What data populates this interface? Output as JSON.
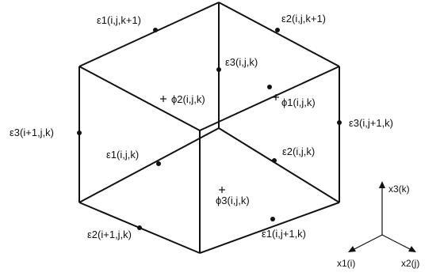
{
  "labels": {
    "e1_ijk1": "ε1(i,j,k+1)",
    "e2_ijk1": "ε2(i,j,k+1)",
    "e3_ijk": "ε3(i,j,k)",
    "phi2": "ϕ2(i,j,k)",
    "phi1": "ϕ1(i,j,k)",
    "e3_i1jk": "ε3(i+1,j,k)",
    "e3_ij1k": "ε3(i,j+1,k)",
    "e1_ijk": "ε1(i,j,k)",
    "e2_ijk": "ε2(i,j,k)",
    "phi3": "ϕ3(i,j,k)",
    "e2_i1jk": "ε2(i+1,j,k)",
    "e1_ij1k": "ε1(i,j+1,k)"
  },
  "axes": {
    "x3": "x3(k)",
    "x1": "x1(i)",
    "x2": "x2(j)"
  }
}
